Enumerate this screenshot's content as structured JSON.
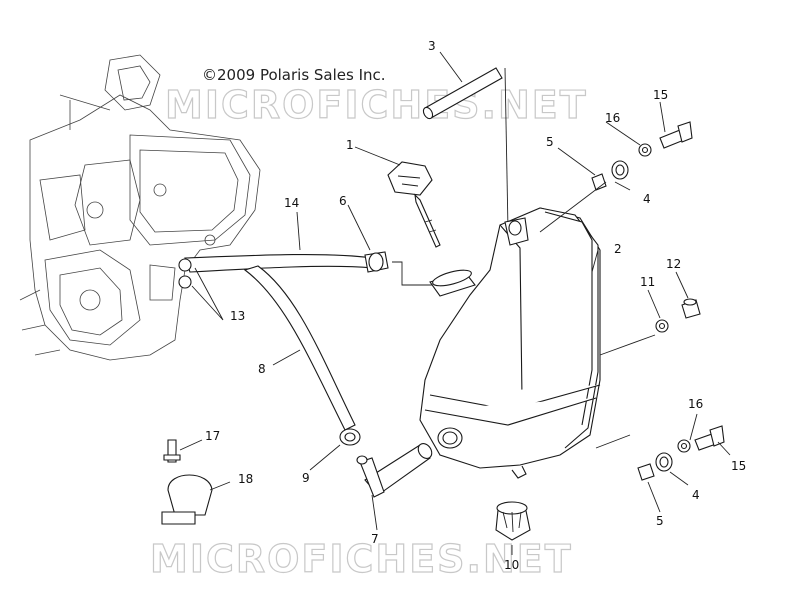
{
  "copyright": "©2009 Polaris Sales Inc.",
  "watermark_top": "MICROFICHES.NET",
  "watermark_bottom": "MICROFICHES.NET",
  "callouts": {
    "c1": "1",
    "c2": "2",
    "c3": "3",
    "c4a": "4",
    "c4b": "4",
    "c5a": "5",
    "c5b": "5",
    "c6": "6",
    "c7": "7",
    "c8": "8",
    "c9": "9",
    "c10": "10",
    "c11": "11",
    "c12": "12",
    "c13": "13",
    "c14": "14",
    "c15a": "15",
    "c15b": "15",
    "c16a": "16",
    "c16b": "16",
    "c17": "17",
    "c18": "18"
  }
}
